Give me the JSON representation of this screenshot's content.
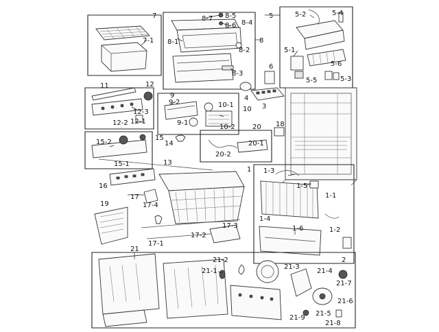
{
  "diagram": {
    "labels": {
      "p7": "7",
      "p7_1": "7-1",
      "p8": "8",
      "p8_1": "8-1",
      "p8_2": "8-2",
      "p8_3": "8-3",
      "p8_4": "8-4",
      "p8_5": "8-5",
      "p8_6": "8-6",
      "p8_7": "8-7",
      "p5": "5",
      "p5_1": "5-1",
      "p5_2": "5-2",
      "p5_3": "5-3",
      "p5_4": "5-4",
      "p5_5": "5-5",
      "p5_6": "5-6",
      "p6": "6",
      "p4": "4",
      "p3": "3",
      "p11": "11",
      "p12": "12",
      "p12_1": "12-1",
      "p12_2": "12-2",
      "p12_3": "12-3",
      "p9": "9",
      "p9_1": "9-1",
      "p9_2": "9-2",
      "p10": "10",
      "p10_1": "10-1",
      "p10_2": "10-2",
      "p20": "20",
      "p20_1": "20-1",
      "p20_2": "20-2",
      "p18": "18",
      "p15": "15",
      "p15_1": "15-1",
      "p15_2": "15-2",
      "p14": "14",
      "p13": "13",
      "p16": "16",
      "p17": "17",
      "p17_1": "17-1",
      "p17_2": "17-2",
      "p17_3": "17-3",
      "p17_4": "17-4",
      "p19": "19",
      "p1": "1",
      "p1_1": "1-1",
      "p1_2": "1-2",
      "p1_3": "1-3",
      "p1_4": "1-4",
      "p1_5": "1-5",
      "p1_6": "1-6",
      "p2": "2",
      "p21": "21",
      "p21_1": "21-1",
      "p21_2": "21-2",
      "p21_3": "21-3",
      "p21_4": "21-4",
      "p21_5": "21-5",
      "p21_6": "21-6",
      "p21_7": "21-7",
      "p21_8": "21-8",
      "p21_9": "21-9"
    }
  }
}
